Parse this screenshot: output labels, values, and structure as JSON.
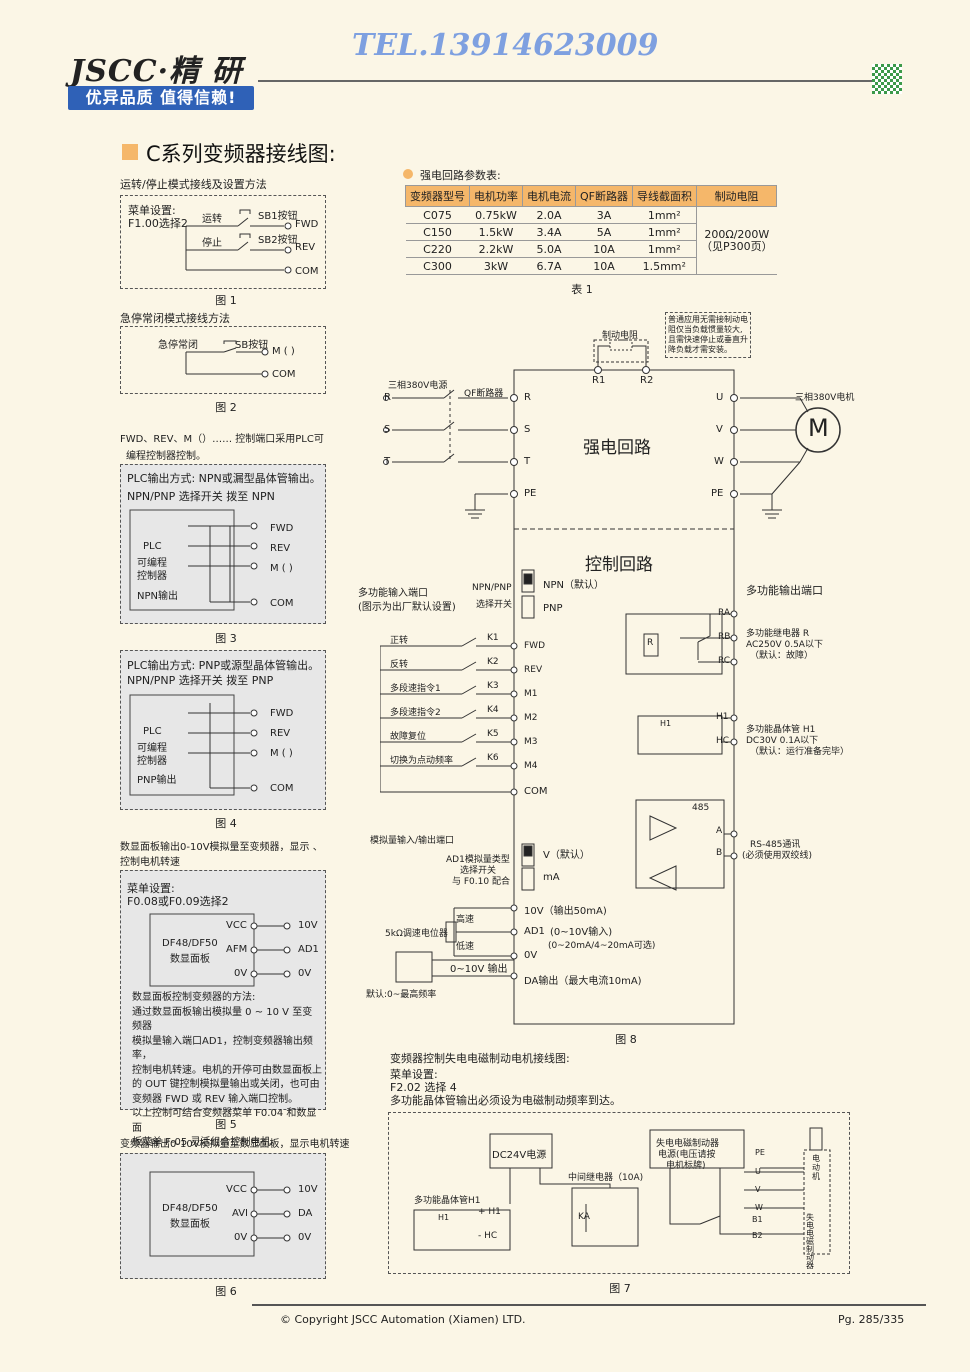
{
  "header": {
    "logo": "JSCC·精 研",
    "slogan": "优异品质 值得信赖!",
    "tel": "TEL.13914623009"
  },
  "section_title": "C系列变频器接线图:",
  "fig1": {
    "caption": "运转/停止模式接线及设置方法",
    "menu1": "菜单设置:",
    "menu2": "F1.00选择2",
    "run": "运转",
    "sb1": "SB1按钮",
    "fwd": "FWD",
    "stop": "停止",
    "sb2": "SB2按钮",
    "rev": "REV",
    "com": "COM",
    "label": "图  1"
  },
  "fig2": {
    "caption": "急停常闭模式接线方法",
    "estop": "急停常闭",
    "sb": "SB按钮",
    "m": "M ( )",
    "com": "COM",
    "label": "图  2"
  },
  "note_plc": {
    "line1": "FWD、REV、M（）…… 控制端口采用PLC可",
    "line2": "编程控制器控制。"
  },
  "fig3": {
    "line1": "PLC输出方式:    NPN或漏型晶体管输出。",
    "line2": "NPN/PNP  选择开关 拨至 NPN",
    "plc1": "PLC",
    "plc2": "可编程",
    "plc3": "控制器",
    "npn": "NPN输出",
    "fwd": "FWD",
    "rev": "REV",
    "m": "M ( )",
    "com": "COM",
    "label": "图  3"
  },
  "fig4": {
    "line1": "PLC输出方式:    PNP或源型晶体管输出。",
    "line2": "NPN/PNP  选择开关 拨至 PNP",
    "plc1": "PLC",
    "plc2": "可编程",
    "plc3": "控制器",
    "pnp": "PNP输出",
    "fwd": "FWD",
    "rev": "REV",
    "m": "M ( )",
    "com": "COM",
    "label": "图  4"
  },
  "fig5": {
    "cap1": "数显面板输出0-10V模拟量至变频器，显示 、",
    "cap2": "控制电机转速",
    "menu1": "菜单设置:",
    "menu2": "F0.08或F0.09选择2",
    "panel1": "DF48/DF50",
    "panel2": "数显面板",
    "vcc": "VCC",
    "afm": "AFM",
    "zv": "0V",
    "o10": "10V",
    "ad1": "AD1",
    "o0": "0V",
    "para": [
      "数显面板控制变频器的方法:",
      "通过数显面板输出模拟量 0 ~ 10 V 至变频器",
      "模拟量输入端口AD1，控制变频器输出频率，",
      "控制电机转速。电机的开停可由数显面板上",
      "的 OUT 键控制模拟量输出或关闭，也可由",
      "变频器 FWD 或 REV 输入端口控制。",
      "以上控制可结合变频器菜单 F0.04 和数显面",
      "板菜单 F-05 灵活组合控制电机。"
    ],
    "label": "图  5"
  },
  "fig6": {
    "caption": "变频器输出0-10V模拟量至数显面板，显示电机转速",
    "panel1": "DF48/DF50",
    "panel2": "数显面板",
    "vcc": "VCC",
    "avi": "AVI",
    "zv": "0V",
    "o10": "10V",
    "da": "DA",
    "o0": "0V",
    "label": "图  6"
  },
  "table1": {
    "title": "强电回路参数表:",
    "headers": [
      "变频器型号",
      "电机功率",
      "电机电流",
      "QF断路器",
      "导线截面积",
      "制动电阻"
    ],
    "rows": [
      [
        "C075",
        "0.75kW",
        "2.0A",
        "3A",
        "1mm²"
      ],
      [
        "C150",
        "1.5kW",
        "3.4A",
        "5A",
        "1mm²"
      ],
      [
        "C220",
        "2.2kW",
        "5.0A",
        "10A",
        "1mm²"
      ],
      [
        "C300",
        "3kW",
        "6.7A",
        "10A",
        "1.5mm²"
      ]
    ],
    "brake1": "200Ω/200W",
    "brake2": "（见P300页）",
    "label": "表  1"
  },
  "fig8": {
    "note": [
      "普通应用无需接制动电",
      "阻仅当负载惯量较大,",
      "且需快速停止或垂直升",
      "降负载才需安装。"
    ],
    "brake": "制动电阻",
    "r1": "R1",
    "r2": "R2",
    "src": "三相380V电源",
    "qf": "QF断路器",
    "R": "R",
    "S": "S",
    "T": "T",
    "PE": "PE",
    "U": "U",
    "V": "V",
    "W": "W",
    "motor_label": "三相380V电机",
    "motor": "M",
    "power": "强电回路",
    "control": "控制回路",
    "mf_in1": "多功能输入端口",
    "mf_in2": "(图示为出厂默认设置)",
    "sw1": "NPN/PNP",
    "sw2": "选择开关",
    "npn": "NPN（默认）",
    "pnp": "PNP",
    "mf_out": "多功能输出端口",
    "inputs": [
      {
        "name": "正转",
        "k": "K1",
        "t": "FWD"
      },
      {
        "name": "反转",
        "k": "K2",
        "t": "REV"
      },
      {
        "name": "多段速指令1",
        "k": "K3",
        "t": "M1"
      },
      {
        "name": "多段速指令2",
        "k": "K4",
        "t": "M2"
      },
      {
        "name": "故障复位",
        "k": "K5",
        "t": "M3"
      },
      {
        "name": "切换为点动频率",
        "k": "K6",
        "t": "M4"
      }
    ],
    "com": "COM",
    "ra": "RA",
    "rb": "RB",
    "rc": "RC",
    "relay_r": "R",
    "relay1": "多功能继电器 R",
    "relay2": "AC250V 0.5A以下",
    "relay3": "（默认：故障）",
    "h1": "H1",
    "hc": "HC",
    "tr1": "多功能晶体管 H1",
    "tr2": "DC30V 0.1A以下",
    "tr3": "（默认：运行准备完毕）",
    "n485": "485",
    "a": "A",
    "b": "B",
    "rs1": "RS-485通讯",
    "rs2": "(必须使用双绞线)",
    "analog": "模拟量输入/输出端口",
    "ad_sw1": "AD1模拟量类型",
    "ad_sw2": "选择开关",
    "ad_sw3": "与 F0.10 配合",
    "vdef": "V（默认）",
    "ma": "mA",
    "o10": "10V（输出50mA)",
    "ad1": "AD1",
    "ad1_d1": "(0~10V输入)",
    "ad1_d2": "(0~20mA/4~20mA可选)",
    "zv": "0V",
    "da": "DA输出（最大电流10mA)",
    "pot": "5kΩ调速电位器",
    "hi": "高速",
    "lo": "低速",
    "meter": "0~10V 输出",
    "default": "默认:0~最高频率",
    "label": "图  8"
  },
  "fig7": {
    "cap": "变频器控制失电电磁制动电机接线图:",
    "menu1": "菜单设置:",
    "menu2": "F2.02 选择 4",
    "menu3": "多功能晶体管输出必须设为电磁制动频率到达。",
    "dc24": "DC24V电源",
    "tr": "多功能晶体管H1",
    "h1": "H1",
    "ph1": "+ H1",
    "phc": "- HC",
    "relay": "中间继电器（10A)",
    "ka": "KA",
    "brake_ps": [
      "失电电磁制动器",
      "电源(电压请按",
      "电机标牌)"
    ],
    "pe": "PE",
    "u": "U",
    "v": "V",
    "w": "W",
    "b1": "B1",
    "b2": "B2",
    "motor_v": "电动机",
    "brake_v": "失电电磁制动器",
    "label": "图  7"
  },
  "footer": {
    "copyright": "© Copyright JSCC Automation (Xiamen) LTD.",
    "page": "Pg. 285/335"
  }
}
